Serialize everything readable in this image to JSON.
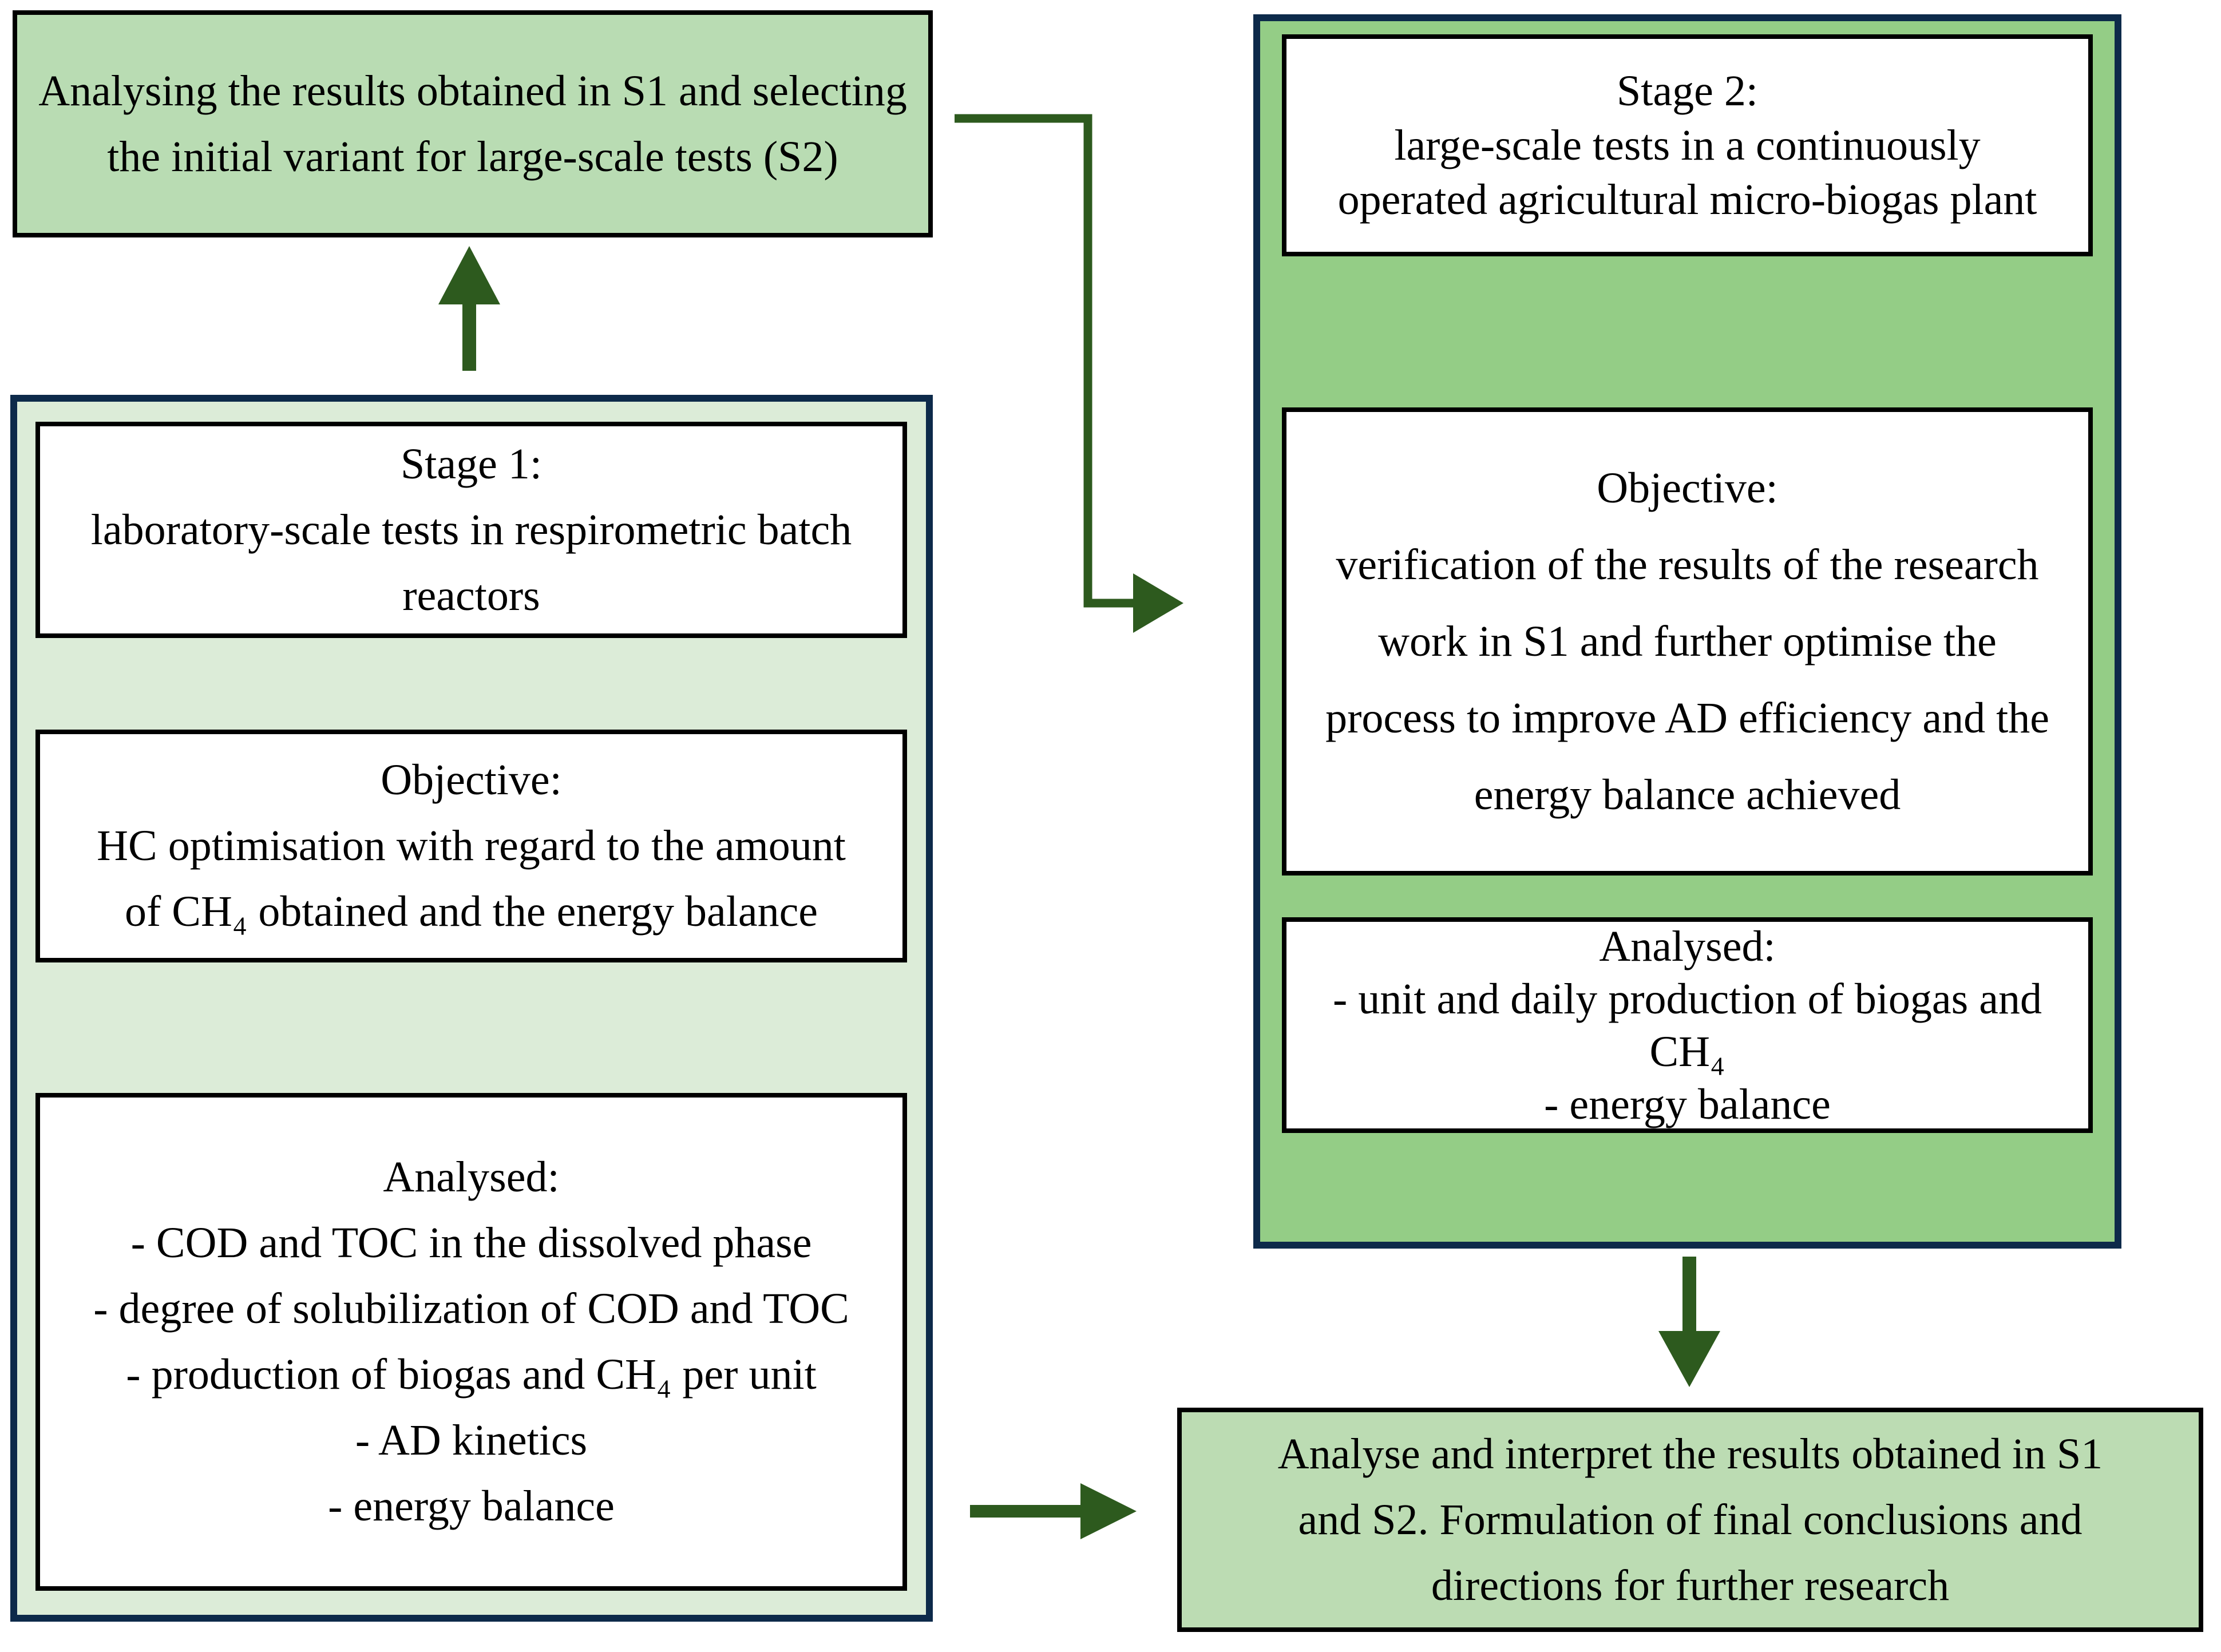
{
  "colors": {
    "navy-border": "#0d2a4a",
    "black-border": "#000000",
    "arrow-green": "#2d5a1e",
    "box-select-fill": "#b9dcb3",
    "left-outer-fill": "#dcecd8",
    "right-outer-fill": "#94cd86",
    "final-box-fill": "#bcdcb3",
    "inner-box-fill": "#ffffff"
  },
  "flowchart": {
    "select_box": {
      "text": "Analysing the results obtained in S1 and selecting the initial variant for large-scale tests (S2)"
    },
    "stage1": {
      "header": {
        "title": "Stage 1:",
        "subtitle": "laboratory-scale tests in respirometric batch reactors"
      },
      "objective": {
        "title": "Objective:",
        "body": "HC optimisation with regard to the amount of CH₄ obtained and the energy balance"
      },
      "analysed": {
        "title": "Analysed:",
        "items": [
          "- COD and TOC in the dissolved phase",
          "- degree of solubilization of COD and TOC",
          "- production of biogas and CH₄ per unit",
          "- AD kinetics",
          "- energy balance"
        ]
      }
    },
    "stage2": {
      "header": {
        "title": "Stage 2:",
        "subtitle": "large-scale tests in a continuously operated agricultural micro-biogas plant"
      },
      "objective": {
        "title": "Objective:",
        "body": "verification of the results of the research work in S1 and further optimise the process to improve AD efficiency and the energy balance achieved"
      },
      "analysed": {
        "title": "Analysed:",
        "items": [
          "- unit and daily production of biogas and CH₄",
          "- energy balance"
        ]
      }
    },
    "final_box": {
      "text": "Analyse and interpret the results obtained in S1 and S2. Formulation of final conclusions and directions for further research"
    },
    "arrows": {
      "up": "stage1-to-selection-arrow",
      "elbow": "selection-to-stage2-arrow",
      "right": "stage1-to-conclusions-arrow",
      "down": "stage2-to-conclusions-arrow"
    }
  }
}
